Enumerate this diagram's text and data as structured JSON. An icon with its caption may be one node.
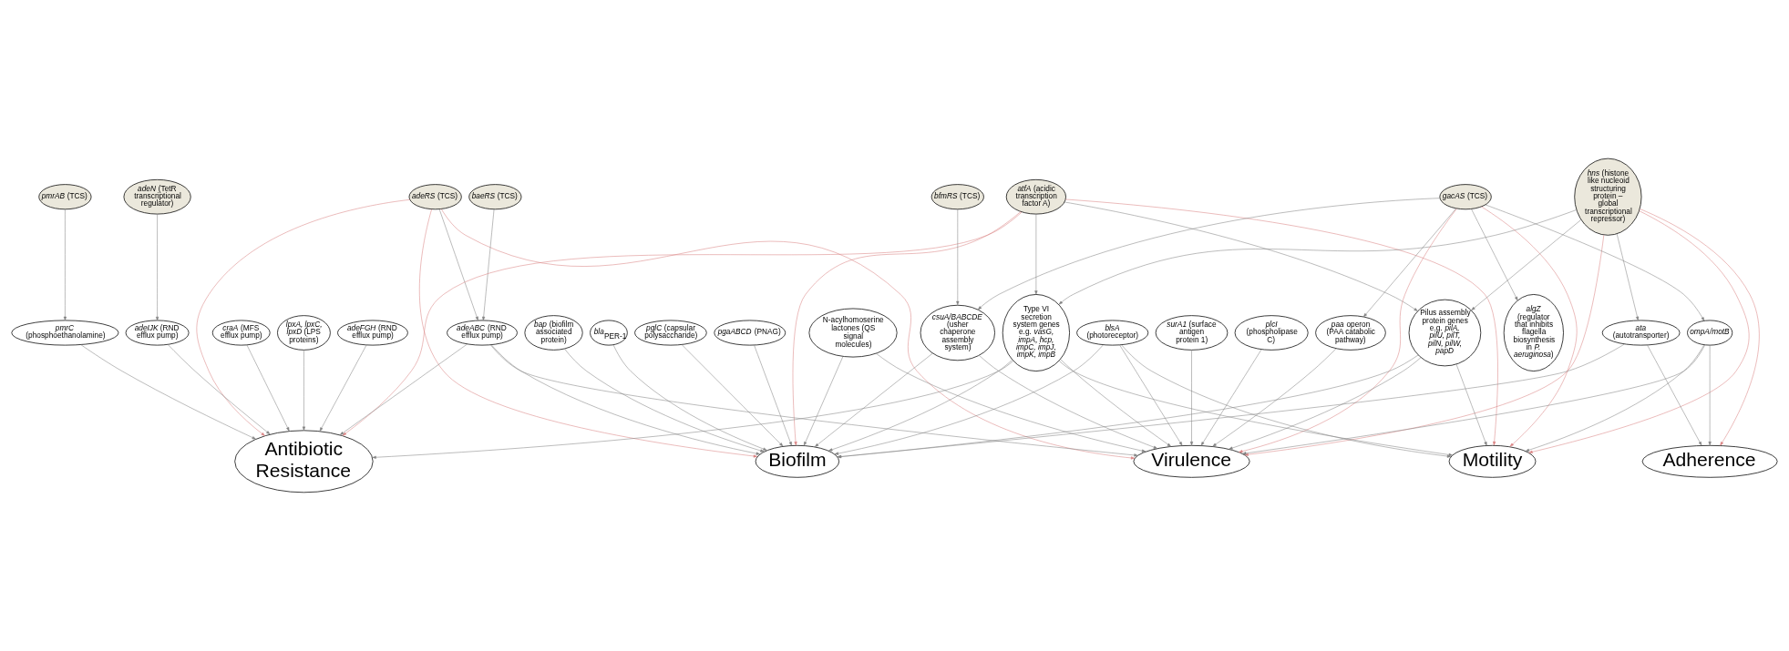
{
  "diagram": {
    "nodes": [
      {
        "text": [
          "*pmrAB* (TCS)"
        ]
      },
      {
        "text": [
          "*adeN* (TetR transcriptional regulator)"
        ]
      },
      {
        "text": [
          "*adeRS* (TCS)"
        ]
      },
      {
        "text": [
          "*baeRS* (TCS)"
        ]
      },
      {
        "text": [
          "*atfA* (acidic transcription factor A)"
        ]
      },
      {
        "text": [
          "*hns* (histone like nucleoid structuring protein – global transcriptional repressor)"
        ]
      },
      {
        "text": [
          "*bfmRS* (TCS)"
        ]
      },
      {
        "text": [
          "*gacAS* (TCS)"
        ]
      },
      {
        "text": [
          "*pmrC* (phosphoethanolamine)"
        ]
      },
      {
        "text": [
          "*lpxA, lpxC, lpxD* (LPS proteins)"
        ]
      },
      {
        "text": [
          "*adeFGH* (RND efflux pump)"
        ]
      },
      {
        "text": [
          "*craA* (MFS efflux pump)"
        ]
      },
      {
        "text": [
          "*adeIJK* (RND efflux pump)"
        ]
      },
      {
        "text": [
          "*adeABC* (RND efflux pump)"
        ]
      },
      {
        "text": [
          "*plcI* (phospholipase C)"
        ]
      },
      {
        "text": [
          "*blsA* (photoreceptor)"
        ]
      },
      {
        "text": [
          "*surA1* (surface antigen protein 1)"
        ]
      },
      {
        "text": [
          "*bap* (biofilm associated protein)"
        ]
      },
      {
        "text": [
          "*bla*$_{PER-1}$"
        ]
      },
      {
        "text": [
          "Type VI secretion system genes e.g. *vasG, impA, hcp, impC, impJ, impK, impB*"
        ]
      },
      {
        "text": [
          "Pilus assembly protein genes e.g. *pilA, pilU, pilT, pilN, pilW, papD*"
        ]
      },
      {
        "text": [
          "*pglC* (capsular polysaccharide)"
        ]
      },
      {
        "text": [
          "*pgaABCD* (PNAG)"
        ]
      },
      {
        "text": [
          "N-acylhomoserine lactones (QS signal molecules)"
        ]
      },
      {
        "text": [
          "*ata* (autotransporter)"
        ]
      },
      {
        "text": [
          "*csuA/BABCDE* (usher chaperone assembly system)"
        ]
      },
      {
        "text": [
          "*paa* operon (PAA catabolic pathway)"
        ]
      },
      {
        "text": [
          "*ompA/motB*"
        ]
      },
      {
        "text": [
          "*algZ* (regulator that inhibits flagella biosynthesis in *P. aeruginosa*)"
        ]
      },
      {
        "text": [
          "Antibiotic Resistance"
        ]
      },
      {
        "text": [
          "Virulence"
        ]
      },
      {
        "text": [
          "Biofilm"
        ]
      },
      {
        "text": [
          "Motility"
        ]
      },
      {
        "text": [
          "Adherence"
        ]
      }
    ],
    "edges": [
      {
        "from": 0,
        "to": 8,
        "arrow": "to"
      },
      {
        "from": 1,
        "to": 12,
        "arrow": "to"
      },
      {
        "from": 2,
        "to": 13,
        "arrow": "to"
      },
      {
        "from": 3,
        "to": 13,
        "arrow": "to"
      },
      {
        "from": 4,
        "to": 19,
        "arrow": "to"
      },
      {
        "from": 4,
        "to": 20,
        "arrow": "to"
      },
      {
        "from": 5,
        "to": 19,
        "arrow": "to"
      },
      {
        "from": 5,
        "to": 20,
        "arrow": "to"
      },
      {
        "from": 5,
        "to": 24,
        "arrow": "to"
      },
      {
        "from": 6,
        "to": 25,
        "arrow": "to"
      },
      {
        "from": 7,
        "to": 25,
        "arrow": "to"
      },
      {
        "from": 7,
        "to": 26,
        "arrow": "to"
      },
      {
        "from": 7,
        "to": 27,
        "arrow": "to"
      },
      {
        "from": 7,
        "to": 28,
        "arrow": "to"
      },
      {
        "from": 2,
        "to": 29,
        "arrow": "to",
        "color": "#d98080"
      },
      {
        "from": 2,
        "to": 30,
        "arrow": "to",
        "color": "#d98080"
      },
      {
        "from": 2,
        "to": 31,
        "arrow": "to",
        "color": "#d98080"
      },
      {
        "from": 4,
        "to": 29,
        "arrow": "to",
        "color": "#d98080"
      },
      {
        "from": 4,
        "to": 31,
        "arrow": "to",
        "color": "#d98080"
      },
      {
        "from": 4,
        "to": 32,
        "arrow": "to",
        "color": "#d98080"
      },
      {
        "from": 5,
        "to": 30,
        "arrow": "to",
        "color": "#d98080"
      },
      {
        "from": 5,
        "to": 32,
        "arrow": "to",
        "color": "#d98080"
      },
      {
        "from": 5,
        "to": 33,
        "arrow": "to",
        "color": "#d98080"
      },
      {
        "from": 7,
        "to": 30,
        "arrow": "to",
        "color": "#d98080"
      },
      {
        "from": 7,
        "to": 32,
        "arrow": "to",
        "color": "#d98080"
      },
      {
        "from": 8,
        "to": 29,
        "arrow": "to"
      },
      {
        "from": 9,
        "to": 29,
        "arrow": "to"
      },
      {
        "from": 10,
        "to": 29,
        "arrow": "to"
      },
      {
        "from": 11,
        "to": 29,
        "arrow": "to"
      },
      {
        "from": 12,
        "to": 29,
        "arrow": "to"
      },
      {
        "from": 13,
        "to": 29,
        "arrow": "to"
      },
      {
        "from": 13,
        "to": 30,
        "arrow": "to"
      },
      {
        "from": 13,
        "to": 31,
        "arrow": "to"
      },
      {
        "from": 14,
        "to": 30,
        "arrow": "to"
      },
      {
        "from": 15,
        "to": 30,
        "arrow": "to"
      },
      {
        "from": 15,
        "to": 31,
        "arrow": "to"
      },
      {
        "from": 15,
        "to": 32,
        "arrow": "to"
      },
      {
        "from": 16,
        "to": 30,
        "arrow": "to"
      },
      {
        "from": 17,
        "to": 31,
        "arrow": "to"
      },
      {
        "from": 18,
        "to": 31,
        "arrow": "to"
      },
      {
        "from": 19,
        "to": 29,
        "arrow": "to"
      },
      {
        "from": 19,
        "to": 30,
        "arrow": "to"
      },
      {
        "from": 19,
        "to": 31,
        "arrow": "to"
      },
      {
        "from": 19,
        "to": 32,
        "arrow": "to"
      },
      {
        "from": 20,
        "to": 30,
        "arrow": "to"
      },
      {
        "from": 20,
        "to": 31,
        "arrow": "to"
      },
      {
        "from": 20,
        "to": 32,
        "arrow": "to"
      },
      {
        "from": 21,
        "to": 31,
        "arrow": "to"
      },
      {
        "from": 22,
        "to": 31,
        "arrow": "to"
      },
      {
        "from": 23,
        "to": 30,
        "arrow": "to"
      },
      {
        "from": 23,
        "to": 31,
        "arrow": "to"
      },
      {
        "from": 24,
        "to": 31,
        "arrow": "to"
      },
      {
        "from": 24,
        "to": 33,
        "arrow": "to"
      },
      {
        "from": 25,
        "to": 30,
        "arrow": "to"
      },
      {
        "from": 25,
        "to": 31,
        "arrow": "to"
      },
      {
        "from": 26,
        "to": 30,
        "arrow": "to"
      },
      {
        "from": 27,
        "to": 30,
        "arrow": "to"
      },
      {
        "from": 27,
        "to": 32,
        "arrow": "to"
      },
      {
        "from": 27,
        "to": 33,
        "arrow": "to"
      }
    ]
  }
}
